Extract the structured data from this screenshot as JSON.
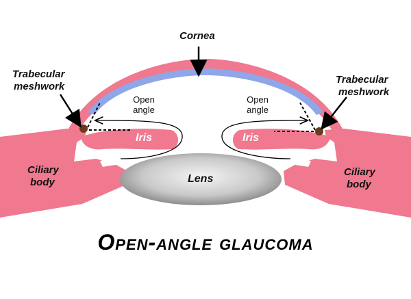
{
  "title": "Open-angle glaucoma",
  "labels": {
    "cornea": "Cornea",
    "trabecular_left_1": "Trabecular",
    "trabecular_left_2": "meshwork",
    "trabecular_right_1": "Trabecular",
    "trabecular_right_2": "meshwork",
    "open_left_1": "Open",
    "open_left_2": "angle",
    "open_right_1": "Open",
    "open_right_2": "angle",
    "iris_left": "Iris",
    "iris_right": "Iris",
    "ciliary_left_1": "Ciliary",
    "ciliary_left_2": "body",
    "ciliary_right_1": "Ciliary",
    "ciliary_right_2": "body",
    "lens": "Lens"
  },
  "colors": {
    "tissue": "#f0788f",
    "cornea_layer": "#8fa6e8",
    "meshwork": "#6b3a1a",
    "lens_dark": "#7d7d7d",
    "lens_light": "#f2f2f2"
  }
}
